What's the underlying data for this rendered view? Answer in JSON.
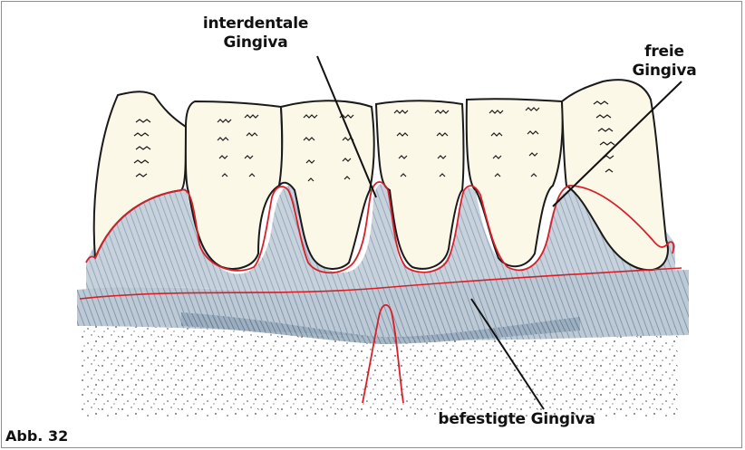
{
  "labels": {
    "interdental_line1": "interdentale",
    "interdental_line2": "Gingiva",
    "frei": "freie Gingiva",
    "befestigt": "befestigte Gingiva"
  },
  "caption": "Abb. 32",
  "colors": {
    "outline": "#1a1a1a",
    "gum_margin": "#d8202a",
    "gingiva_shading": "#8aa1b6",
    "crown_tint": "#f4f0c8",
    "bone_dots": "#333333"
  }
}
